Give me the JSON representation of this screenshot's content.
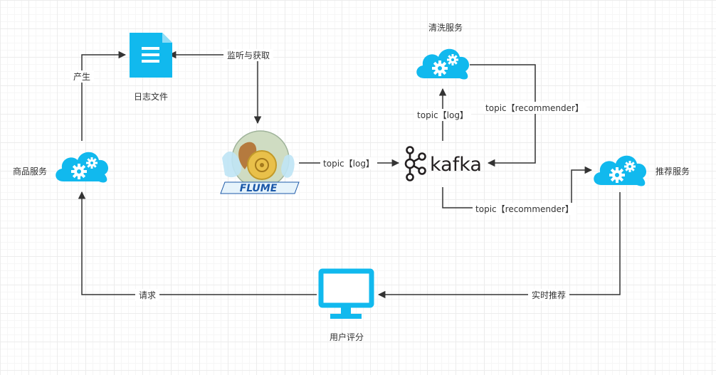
{
  "colors": {
    "accent": "#11b9ee",
    "edge": "#333333"
  },
  "nodes": {
    "log_file": {
      "label": "日志文件",
      "icon": "document-icon"
    },
    "product_service": {
      "label": "商品服务",
      "icon": "cloud-gear-icon"
    },
    "flume": {
      "label": "FLUME",
      "icon": "flume-logo"
    },
    "kafka": {
      "label": "kafka",
      "icon": "kafka-logo"
    },
    "cleaning_service": {
      "label": "清洗服务",
      "icon": "cloud-gear-icon"
    },
    "recommend_service": {
      "label": "推荐服务",
      "icon": "cloud-gear-icon"
    },
    "user_rating": {
      "label": "用户评分",
      "icon": "monitor-icon"
    }
  },
  "edges": {
    "produce": "产生",
    "monitor_fetch": "监听与获取",
    "flume_to_kafka": "topic【log】",
    "kafka_to_cleaning": "topic【log】",
    "cleaning_to_kafka": "topic【recommender】",
    "kafka_to_recommend": "topic【recommender】",
    "realtime_recommend": "实时推荐",
    "request": "请求"
  }
}
